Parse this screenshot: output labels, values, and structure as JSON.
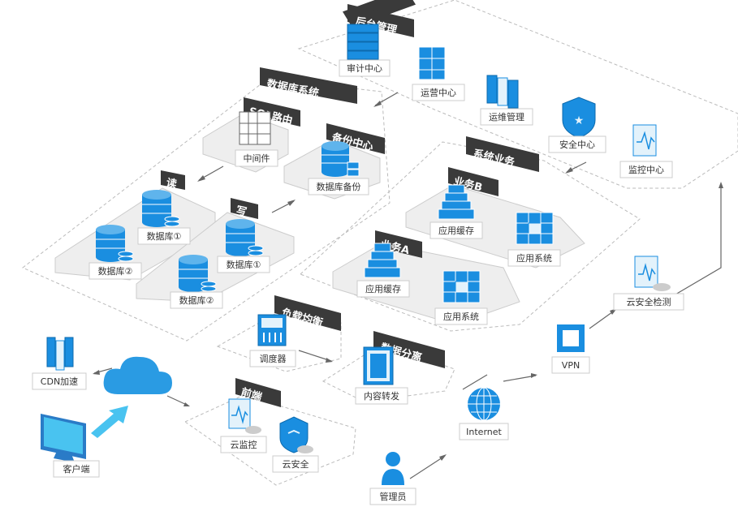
{
  "groups": {
    "admin": "后台管理",
    "database": "数据库系统",
    "sql_router": "SQL路由",
    "backup": "备份中心",
    "read": "读",
    "write": "写",
    "system_business": "系统业务",
    "business_b": "业务B",
    "business_a": "业务A",
    "load_balance": "负载均衡",
    "data_split": "数据分离",
    "frontend": "前端"
  },
  "nodes": {
    "audit_center": "审计中心",
    "operation_center": "运营中心",
    "ops_management": "运维管理",
    "security_center": "安全中心",
    "monitor_center": "监控中心",
    "middleware": "中间件",
    "db_backup": "数据库备份",
    "db1_read": "数据库①",
    "db2_read": "数据库②",
    "db1_write": "数据库①",
    "db2_write": "数据库②",
    "app_cache_b": "应用缓存",
    "app_system_b": "应用系统",
    "app_cache_a": "应用缓存",
    "app_system_a": "应用系统",
    "scheduler": "调度器",
    "content_forward": "内容转发",
    "cdn": "CDN加速",
    "client": "客户端",
    "cloud_monitor": "云监控",
    "cloud_security": "云安全",
    "internet": "Internet",
    "vpn": "VPN",
    "cloud_sec_check": "云安全检测",
    "administrator": "管理员"
  },
  "colors": {
    "tag_bg": "#3a3a3a",
    "blue": "#1a8ee0",
    "blue_light": "#e3f2fb",
    "cloud": "#2a9be3",
    "screen": "#49c3f0"
  }
}
